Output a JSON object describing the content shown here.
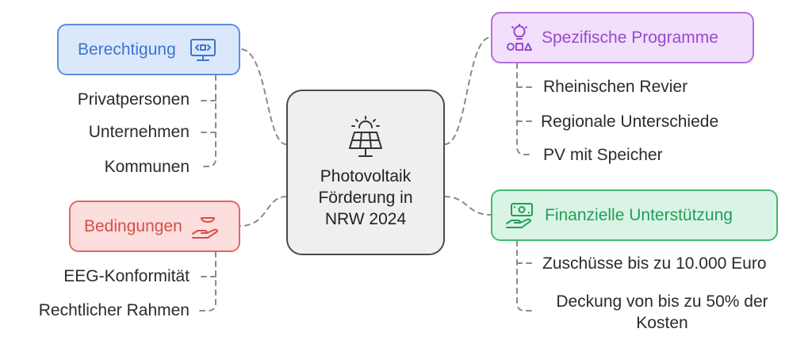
{
  "center": {
    "lines": [
      "Photovoltaik",
      "Förderung in",
      "NRW 2024"
    ],
    "icon": "solar-panel-icon"
  },
  "branches": {
    "berechtigung": {
      "title": "Berechtigung",
      "icon": "code-monitor-icon",
      "color": "#5b8fdf",
      "items": [
        "Privatpersonen",
        "Unternehmen",
        "Kommunen"
      ]
    },
    "bedingungen": {
      "title": "Bedingungen",
      "icon": "hand-bowl-icon",
      "color": "#e46763",
      "items": [
        "EEG-Konformität",
        "Rechtlicher Rahmen"
      ]
    },
    "programme": {
      "title": "Spezifische Programme",
      "icon": "lightbulb-shapes-icon",
      "color": "#b56ee0",
      "items": [
        "Rheinischen Revier",
        "Regionale Unterschiede",
        "PV mit Speicher"
      ]
    },
    "finanziell": {
      "title": "Finanzielle Unterstützung",
      "icon": "hand-money-icon",
      "color": "#3dba76",
      "items": [
        "Zuschüsse bis zu 10.000 Euro",
        "Deckung von bis zu 50% der Kosten"
      ]
    }
  },
  "connector_color": "#8a8a8a"
}
